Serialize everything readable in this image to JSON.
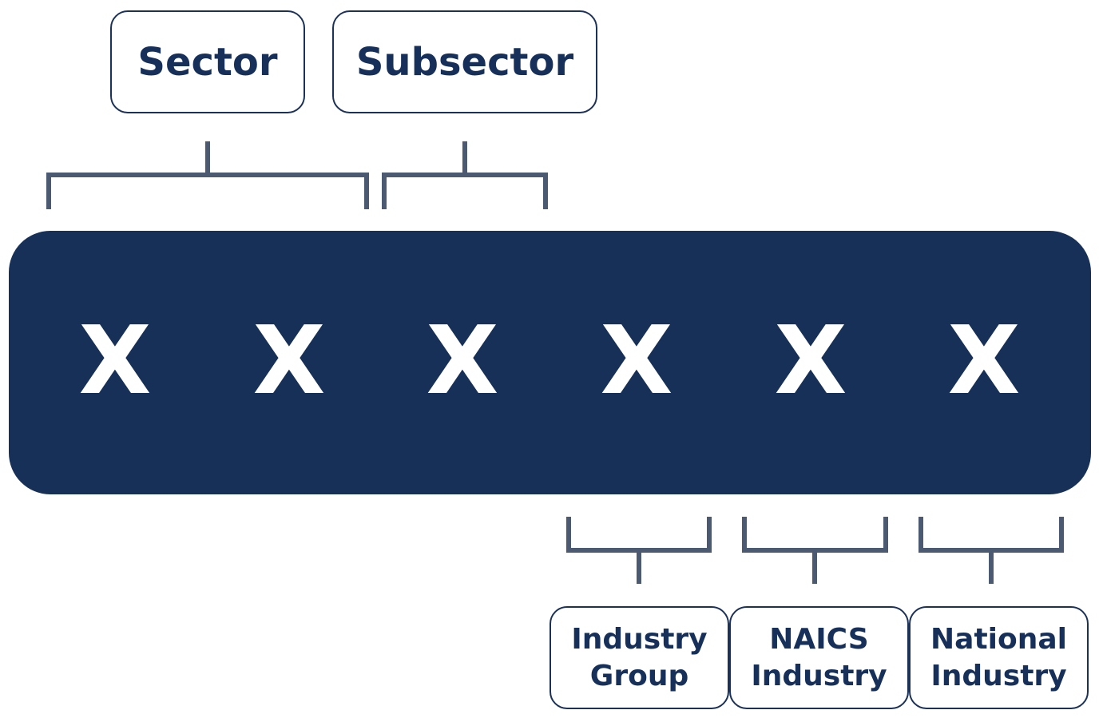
{
  "labels": {
    "sector": "Sector",
    "subsector": "Subsector",
    "industry_group": [
      "Industry",
      "Group"
    ],
    "naics_industry": [
      "NAICS",
      "Industry"
    ],
    "national_industry": [
      "National",
      "Industry"
    ]
  },
  "code_digits": [
    "X",
    "X",
    "X",
    "X",
    "X",
    "X"
  ],
  "colors": {
    "bar": "#163057",
    "text": "#16305a",
    "bracket": "#4b5a70",
    "digit": "#ffffff"
  }
}
